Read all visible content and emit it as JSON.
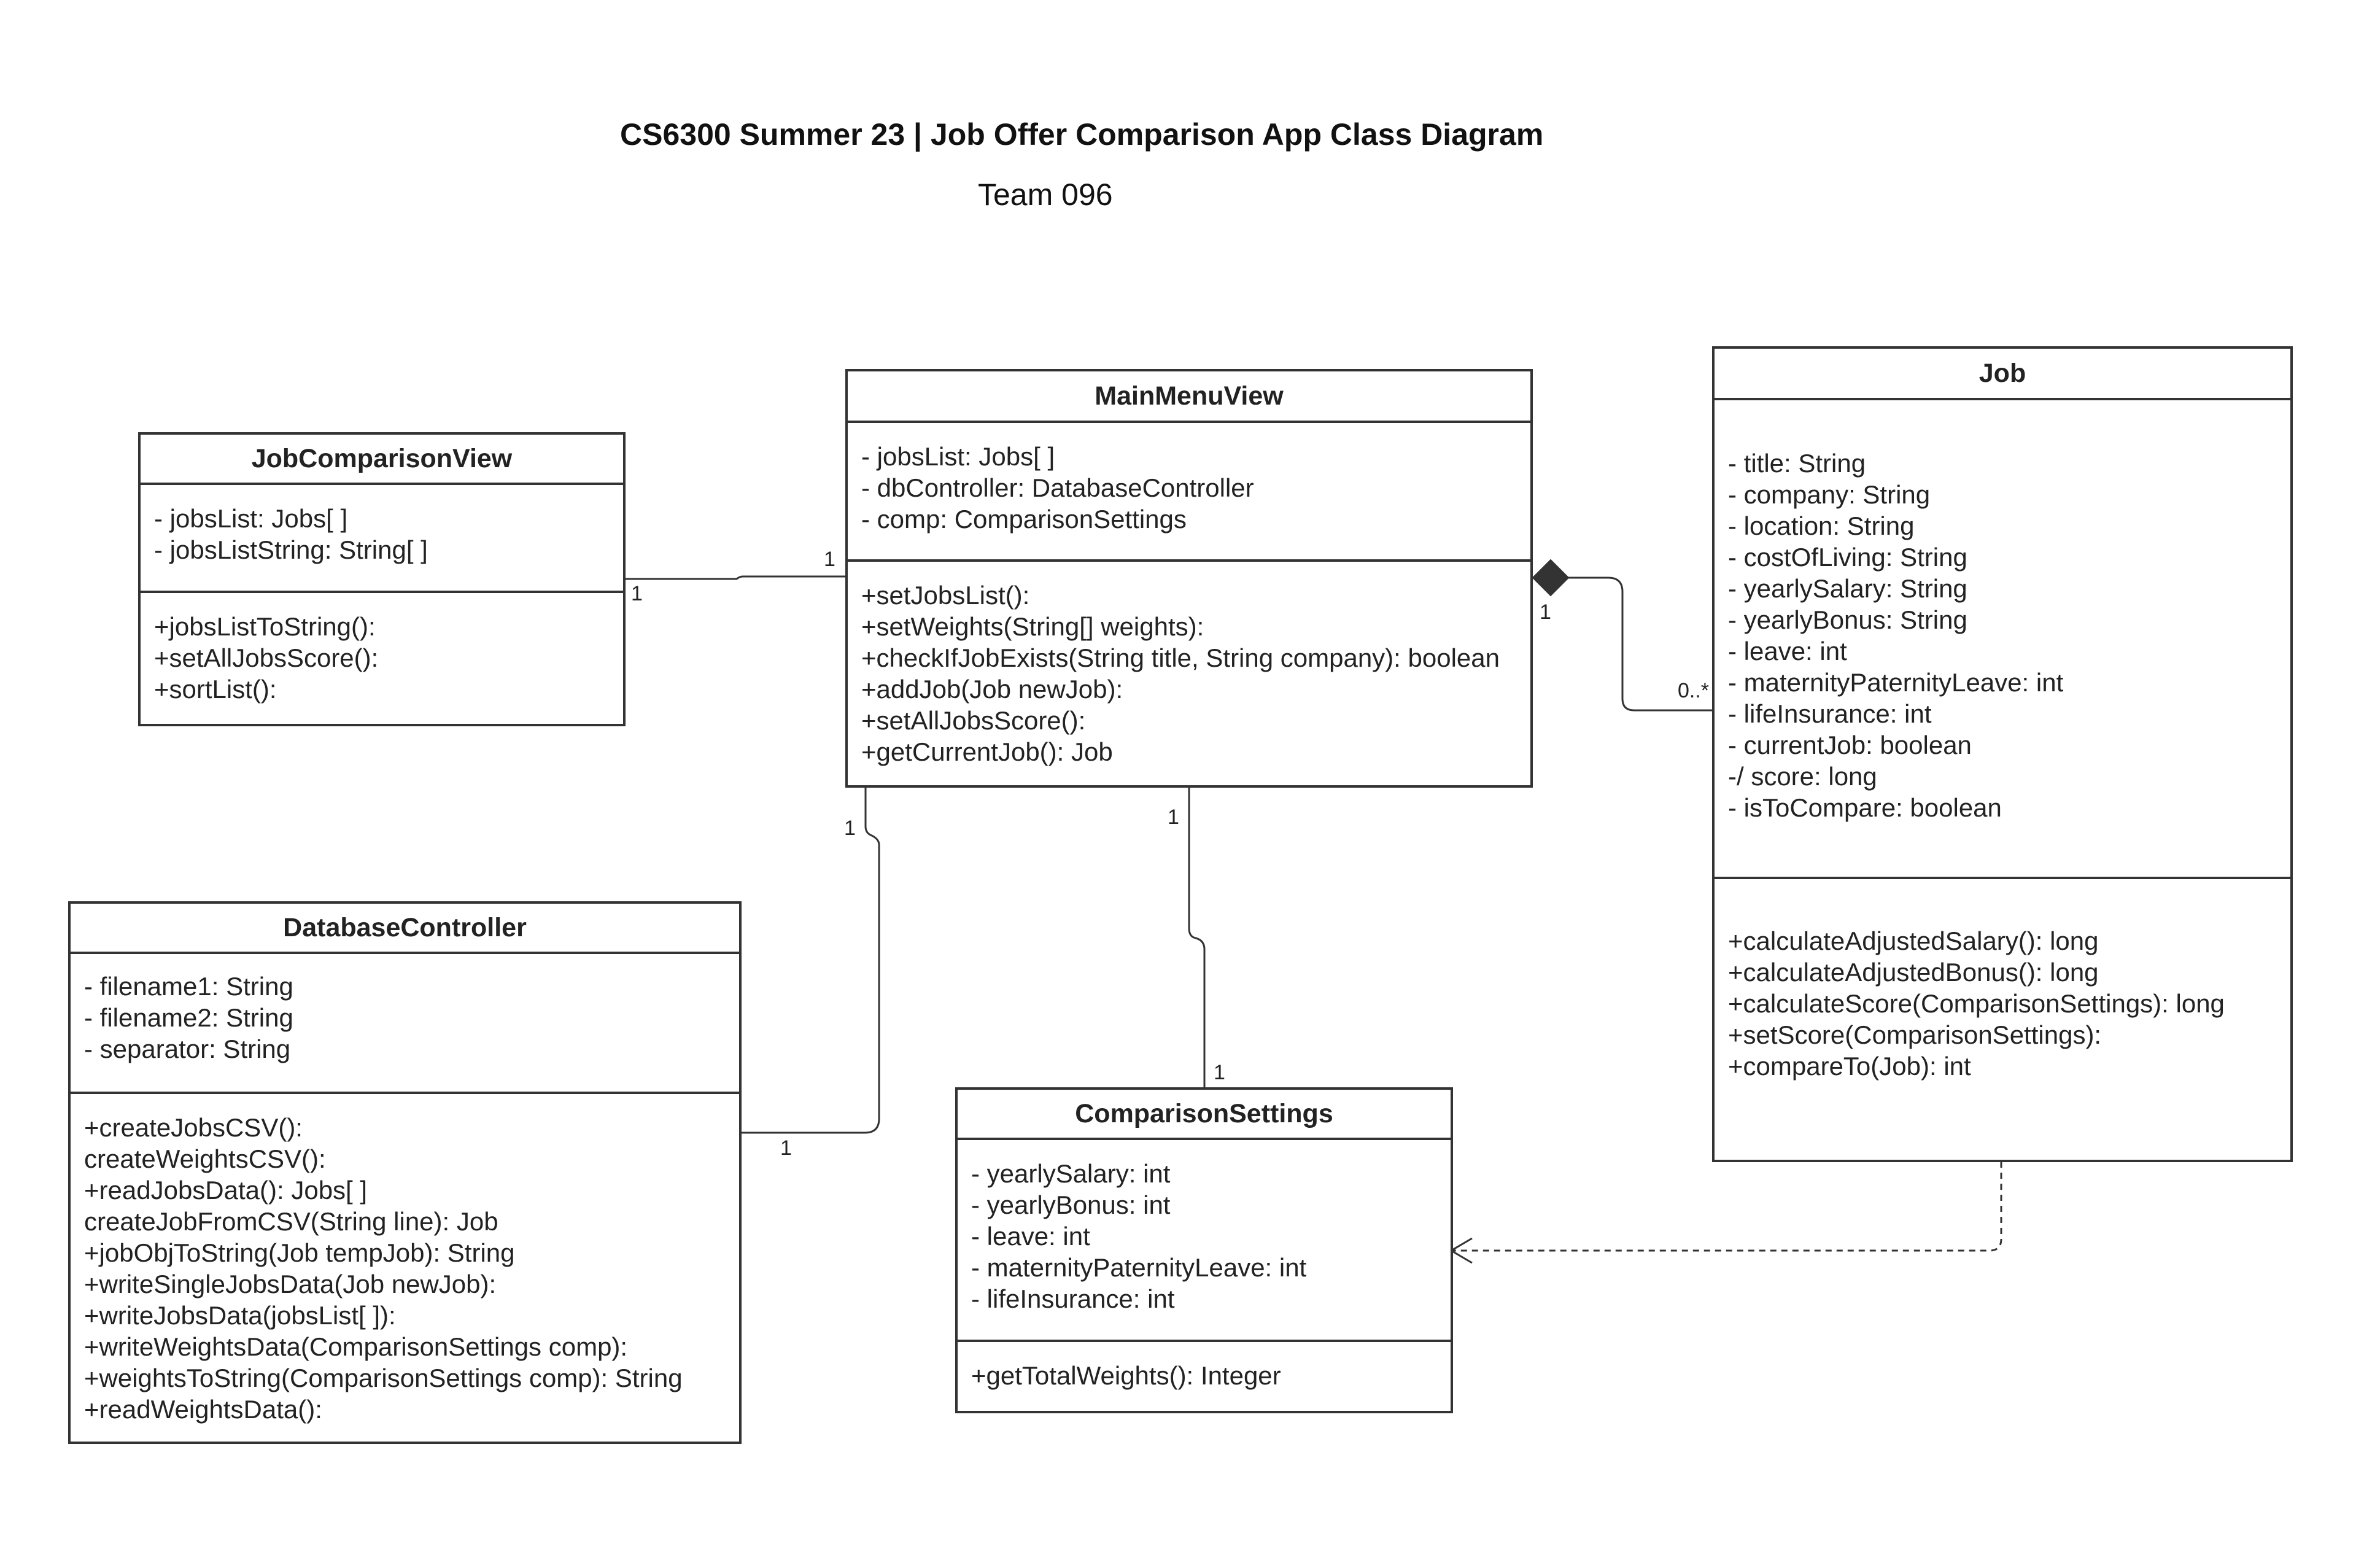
{
  "diagram": {
    "title": "CS6300 Summer 23 | Job Offer Comparison App Class Diagram",
    "subtitle": "Team 096"
  },
  "classes": {
    "job_comparison_view": {
      "name": "JobComparisonView",
      "attributes": [
        "- jobsList: Jobs[ ]",
        "- jobsListString: String[ ]"
      ],
      "methods": [
        "+jobsListToString():",
        "+setAllJobsScore():",
        "+sortList():"
      ]
    },
    "main_menu_view": {
      "name": "MainMenuView",
      "attributes": [
        "- jobsList: Jobs[ ]",
        "- dbController: DatabaseController",
        "- comp: ComparisonSettings"
      ],
      "methods": [
        "+setJobsList():",
        "+setWeights(String[] weights):",
        "+checkIfJobExists(String title, String company): boolean",
        "+addJob(Job newJob):",
        "+setAllJobsScore():",
        "+getCurrentJob(): Job"
      ]
    },
    "job": {
      "name": "Job",
      "attributes": [
        "- title: String",
        "- company: String",
        "- location: String",
        "- costOfLiving: String",
        "- yearlySalary: String",
        "- yearlyBonus: String",
        "- leave: int",
        "- maternityPaternityLeave: int",
        "- lifeInsurance: int",
        "- currentJob: boolean",
        "-/ score: long",
        "- isToCompare: boolean"
      ],
      "methods": [
        "+calculateAdjustedSalary(): long",
        "+calculateAdjustedBonus(): long",
        "+calculateScore(ComparisonSettings): long",
        "+setScore(ComparisonSettings):",
        "+compareTo(Job): int"
      ]
    },
    "database_controller": {
      "name": "DatabaseController",
      "attributes": [
        "- filename1: String",
        "- filename2: String",
        "- separator: String"
      ],
      "methods": [
        "+createJobsCSV():",
        "createWeightsCSV():",
        "+readJobsData(): Jobs[ ]",
        "createJobFromCSV(String line): Job",
        "+jobObjToString(Job tempJob): String",
        "+writeSingleJobsData(Job newJob):",
        "+writeJobsData(jobsList[ ]):",
        "+writeWeightsData(ComparisonSettings comp):",
        "+weightsToString(ComparisonSettings comp): String",
        "+readWeightsData():"
      ]
    },
    "comparison_settings": {
      "name": "ComparisonSettings",
      "attributes": [
        "- yearlySalary: int",
        "- yearlyBonus: int",
        "- leave: int",
        "- maternityPaternityLeave: int",
        "- lifeInsurance: int"
      ],
      "methods": [
        "+getTotalWeights(): Integer"
      ]
    }
  },
  "multiplicities": {
    "jcv_side": "1",
    "mmv_jcv_side": "1",
    "mmv_job_side": "1",
    "job_side": "0..*",
    "mmv_db_side": "1",
    "db_side": "1",
    "mmv_cs_side": "1",
    "cs_side": "1"
  },
  "colors": {
    "stroke": "#333333",
    "text": "#222222",
    "background": "#ffffff"
  }
}
